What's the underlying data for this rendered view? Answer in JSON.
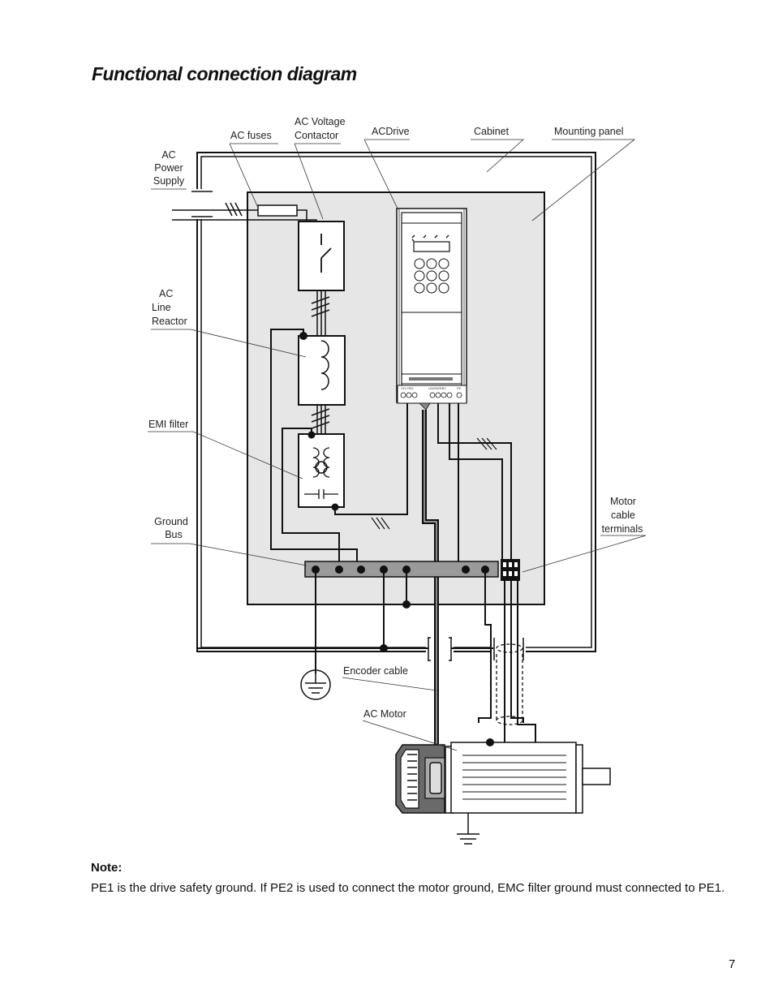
{
  "title": "Functional connection diagram",
  "labels": {
    "ac_power_supply": [
      "AC",
      "Power",
      "Supply"
    ],
    "ac_fuses": "AC fuses",
    "ac_voltage_contactor": [
      "AC Voltage",
      "Contactor"
    ],
    "acdrive": "ACDrive",
    "cabinet": "Cabinet",
    "mounting_panel": "Mounting panel",
    "ac_line_reactor": [
      "AC",
      "Line",
      "Reactor"
    ],
    "emi_filter": "EMI filter",
    "ground_bus": [
      "Ground",
      "Bus"
    ],
    "motor_cable_terminals": [
      "Motor",
      "cable",
      "terminals"
    ],
    "encoder_cable": "Encoder cable",
    "ac_motor": "AC Motor"
  },
  "drive_terminal_labels": [
    "24V RB1",
    "U/W/W/RB2",
    "PE"
  ],
  "note": {
    "heading": "Note:",
    "text": "PE1 is the drive safety ground. If PE2 is used to connect the motor ground, EMC filter ground must connected to PE1."
  },
  "page_number": "7"
}
